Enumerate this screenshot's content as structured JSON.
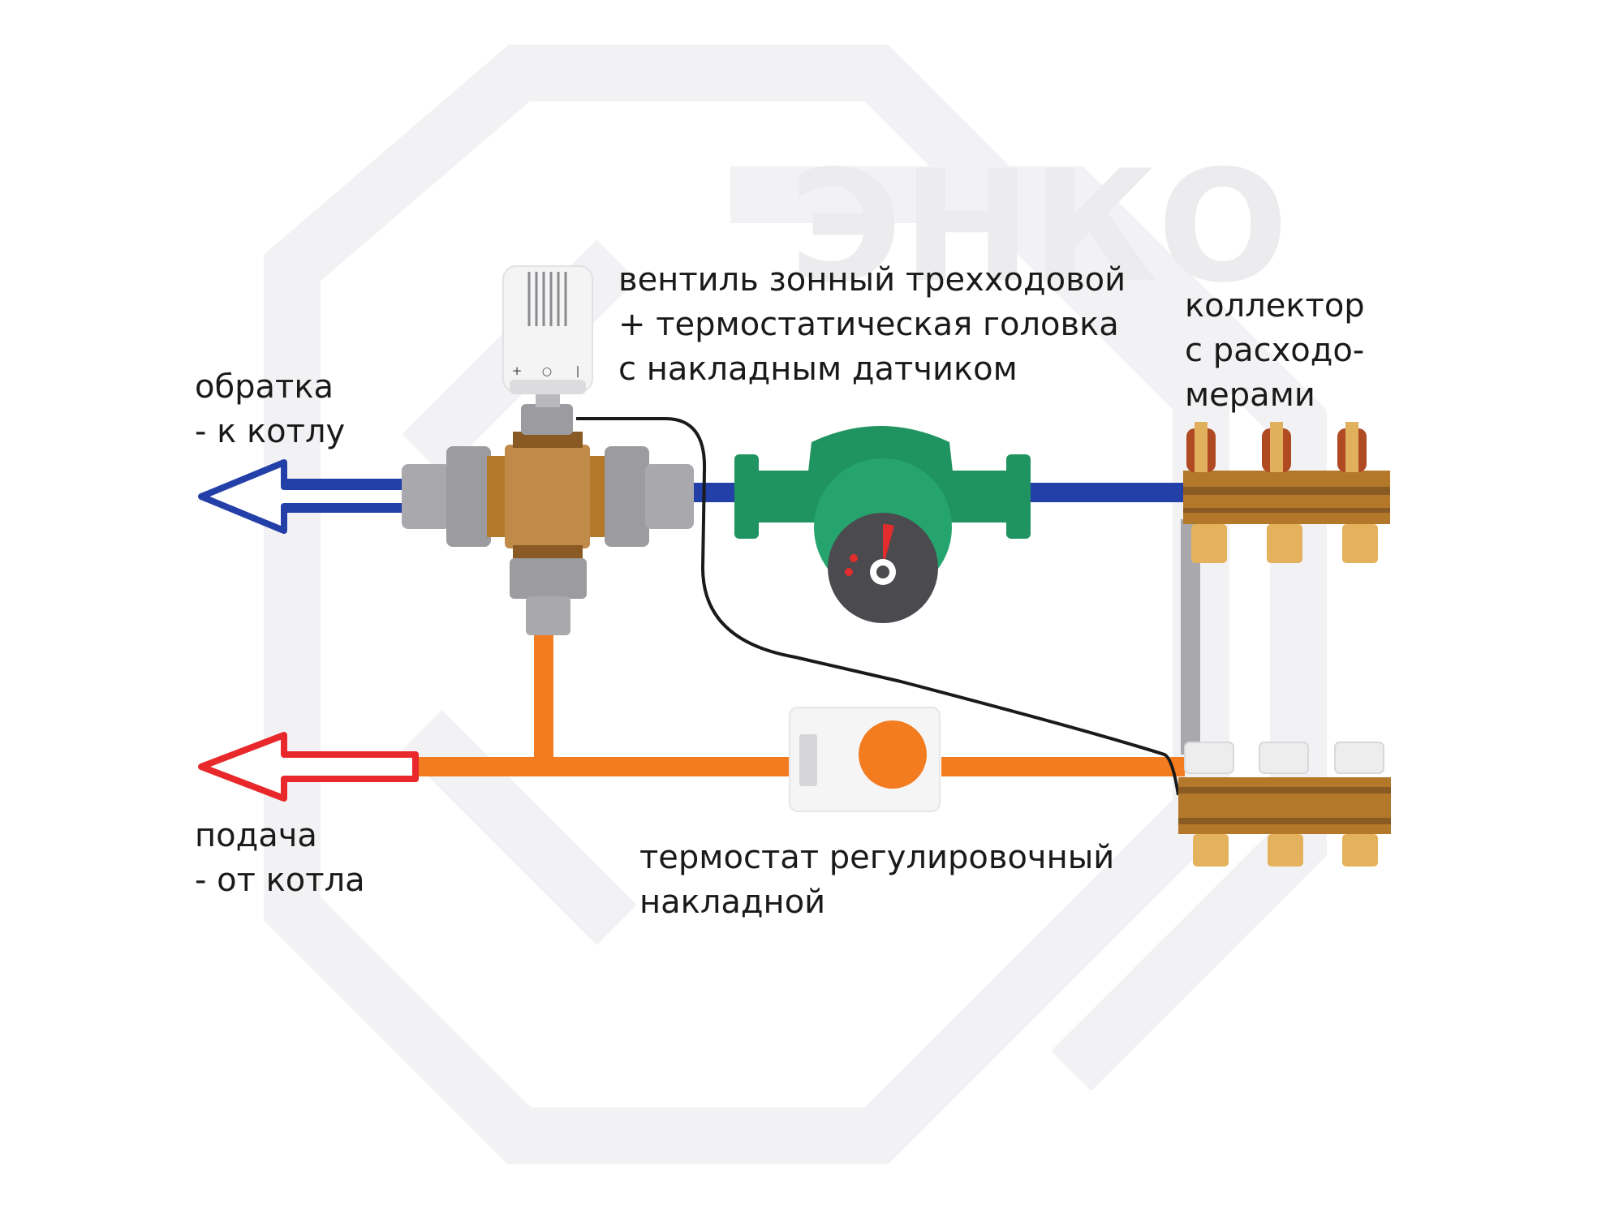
{
  "watermark": {
    "text": "ЭНКО",
    "color": "#e6e6e6"
  },
  "labels": {
    "return": [
      "обратка",
      "- к котлу"
    ],
    "supply": [
      "подача",
      "- от котла"
    ],
    "valve": [
      "вентиль зонный трехходовой",
      "+ термостатическая головка",
      "с накладным датчиком"
    ],
    "manifold": [
      "коллектор",
      "с расходо-",
      "мерами"
    ],
    "thermostat": [
      "термостат регулировочный",
      "накладной"
    ]
  },
  "thermo_head_marks": {
    "plus": "+",
    "circle": "○",
    "bar": "|"
  },
  "colors": {
    "return_pipe": "#233fa8",
    "supply_pipe": "#f47c20",
    "supply_arrow": "#e8282b",
    "pump": "#1f9460",
    "brass": "#b3782a",
    "fitting": "#a8a8ad"
  }
}
